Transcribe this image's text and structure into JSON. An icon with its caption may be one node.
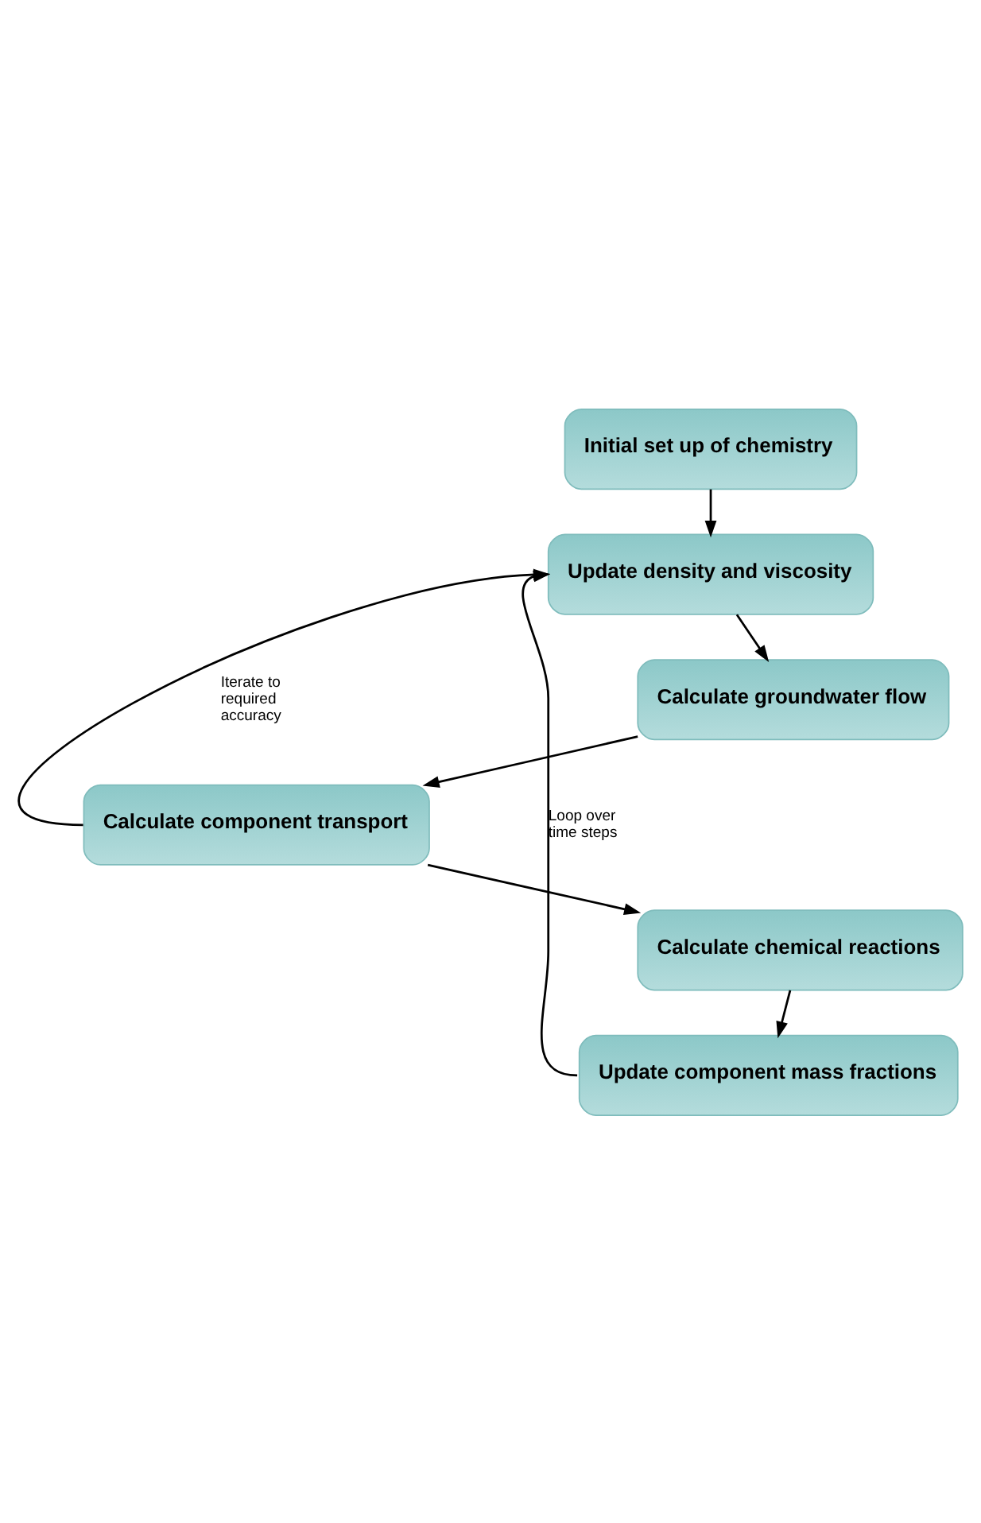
{
  "diagram": {
    "nodes": [
      {
        "text": [
          "Initial set up of chemistry"
        ]
      },
      {
        "text": [
          "Update density and viscosity"
        ]
      },
      {
        "text": [
          "Calculate groundwater flow"
        ]
      },
      {
        "text": [
          "Calculate component transport"
        ]
      },
      {
        "text": [
          "Calculate chemical reactions"
        ]
      },
      {
        "text": [
          "Update component mass fractions"
        ]
      }
    ],
    "edges": [
      {
        "from": 0,
        "to": 1,
        "arrow": "to"
      },
      {
        "from": 1,
        "to": 2,
        "arrow": "to"
      },
      {
        "from": 2,
        "to": 3,
        "arrow": "to"
      },
      {
        "from": 3,
        "to": 4,
        "arrow": "to"
      },
      {
        "from": 4,
        "to": 5,
        "arrow": "to"
      },
      {
        "from": 3,
        "to": 1,
        "arrow": "to",
        "label": "Iterate to required accuracy"
      },
      {
        "from": 5,
        "to": 1,
        "arrow": "to",
        "label": "Loop over time steps"
      }
    ]
  }
}
